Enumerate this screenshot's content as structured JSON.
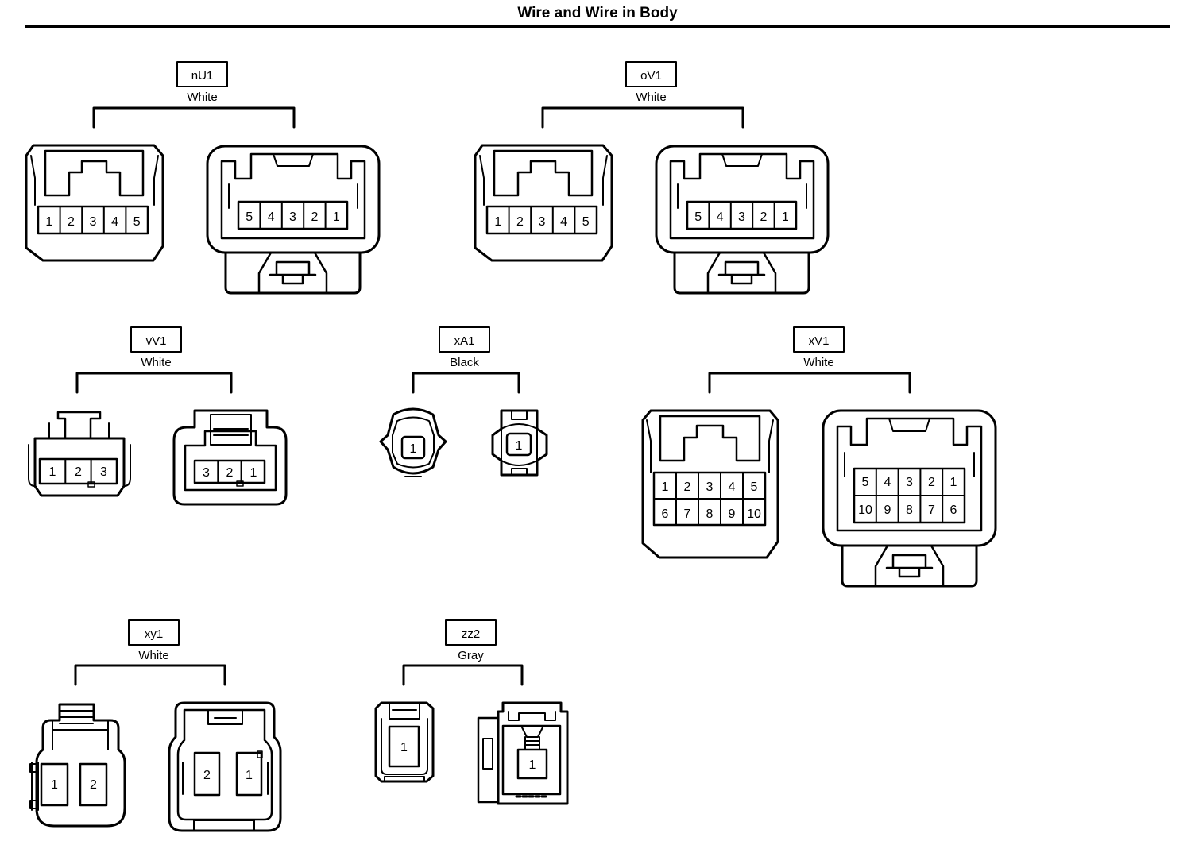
{
  "title": "Wire and Wire in Body",
  "connectors": [
    {
      "code": "nU1",
      "color": "White",
      "male_pins": [
        [
          "1",
          "2",
          "3",
          "4",
          "5"
        ]
      ],
      "female_pins": [
        [
          "5",
          "4",
          "3",
          "2",
          "1"
        ]
      ]
    },
    {
      "code": "oV1",
      "color": "White",
      "male_pins": [
        [
          "1",
          "2",
          "3",
          "4",
          "5"
        ]
      ],
      "female_pins": [
        [
          "5",
          "4",
          "3",
          "2",
          "1"
        ]
      ]
    },
    {
      "code": "vV1",
      "color": "White",
      "male_pins": [
        [
          "1",
          "2",
          "3"
        ]
      ],
      "female_pins": [
        [
          "3",
          "2",
          "1"
        ]
      ]
    },
    {
      "code": "xA1",
      "color": "Black",
      "male_pins": [
        [
          "1"
        ]
      ],
      "female_pins": [
        [
          "1"
        ]
      ]
    },
    {
      "code": "xV1",
      "color": "White",
      "male_pins": [
        [
          "1",
          "2",
          "3",
          "4",
          "5"
        ],
        [
          "6",
          "7",
          "8",
          "9",
          "10"
        ]
      ],
      "female_pins": [
        [
          "5",
          "4",
          "3",
          "2",
          "1"
        ],
        [
          "10",
          "9",
          "8",
          "7",
          "6"
        ]
      ]
    },
    {
      "code": "xy1",
      "color": "White",
      "male_pins": [
        [
          "1",
          "2"
        ]
      ],
      "female_pins": [
        [
          "2",
          "1"
        ]
      ]
    },
    {
      "code": "zz2",
      "color": "Gray",
      "male_pins": [
        [
          "1"
        ]
      ],
      "female_pins": [
        [
          "1"
        ]
      ]
    }
  ]
}
